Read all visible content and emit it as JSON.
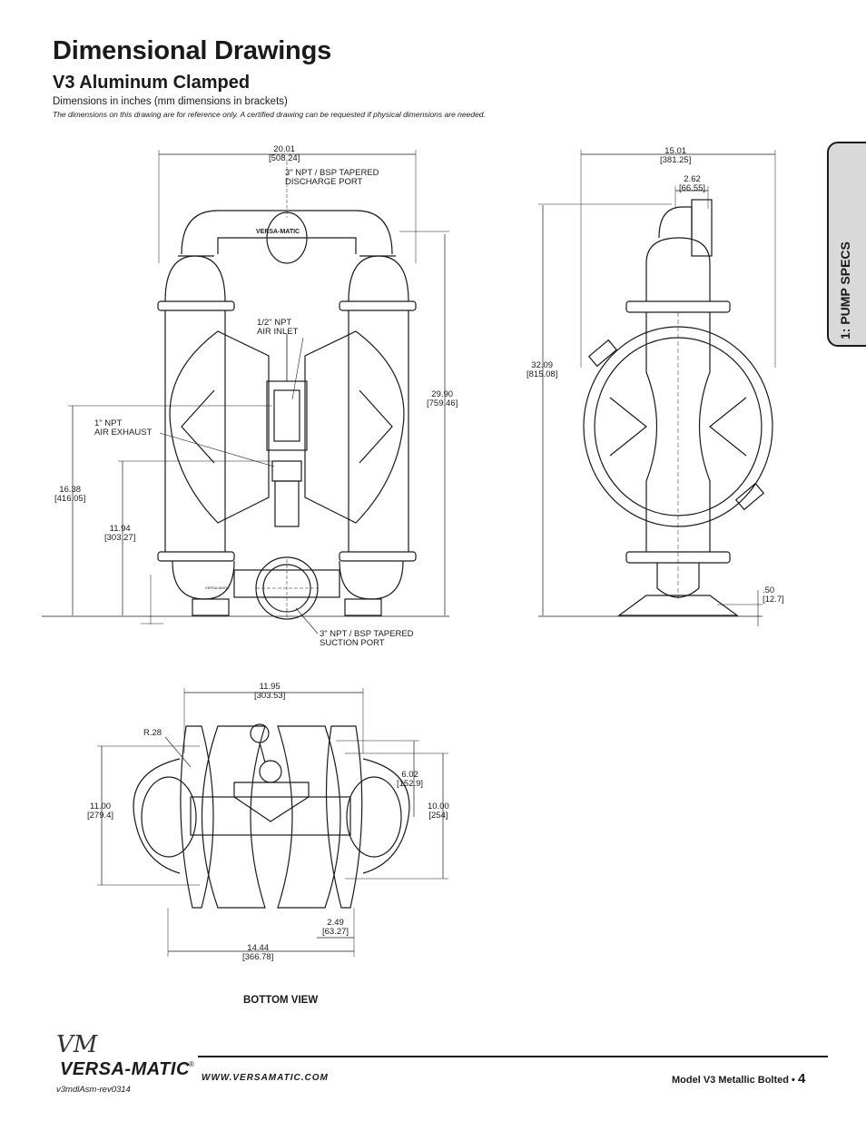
{
  "header": {
    "title": "Dimensional Drawings",
    "subtitle": "V3 Aluminum Clamped",
    "units_note": "Dimensions in inches (mm dimensions in brackets)",
    "disclaimer": "The dimensions on this drawing are for reference only.  A certified drawing can be requested if physical dimensions are needed."
  },
  "side_tab": {
    "label": "1: PUMP SPECS"
  },
  "front_view": {
    "width_in": "20.01",
    "width_mm": "[508.24]",
    "discharge_port": [
      "3\" NPT / BSP TAPERED",
      "DISCHARGE PORT"
    ],
    "manifold_brand": "VERSA-MATIC",
    "air_inlet": [
      "1/2\" NPT",
      "AIR INLET"
    ],
    "air_exhaust": [
      "1\" NPT",
      "AIR EXHAUST"
    ],
    "height_in": "29.90",
    "height_mm": "[759.46]",
    "exhaust_height_in": "16.38",
    "exhaust_height_mm": "[416.05]",
    "inlet_height_in": "11.94",
    "inlet_height_mm": "[303.27]",
    "suction_port": [
      "3\" NPT / BSP TAPERED",
      "SUCTION PORT"
    ],
    "foot_brand": "VERSA-MATIC"
  },
  "side_view": {
    "width_in": "15.01",
    "width_mm": "[381.25]",
    "offset_in": "2.62",
    "offset_mm": "[66.55]",
    "height_in": "32.09",
    "height_mm": "[815.08]",
    "base_in": ".50",
    "base_mm": "[12.7]"
  },
  "bottom_view": {
    "label": "BOTTOM VIEW",
    "top_width_in": "11.95",
    "top_width_mm": "[303.53]",
    "radius": "R.28",
    "depth_in": "11.00",
    "depth_mm": "[279.4]",
    "inner_in": "6.02",
    "inner_mm": "[152.9]",
    "mount_in": "10.00",
    "mount_mm": "[254]",
    "offset_in": "2.49",
    "offset_mm": "[63.27]",
    "overall_in": "14.44",
    "overall_mm": "[366.78]"
  },
  "footer": {
    "brand_script": "VM",
    "brand_name": "VERSA-MATIC",
    "brand_reg": "®",
    "website": "WWW.VERSAMATIC.COM",
    "doc_code": "v3mdlAsm-rev0314",
    "model_label": "Model V3 Metallic Bolted • ",
    "page_number": "4"
  }
}
